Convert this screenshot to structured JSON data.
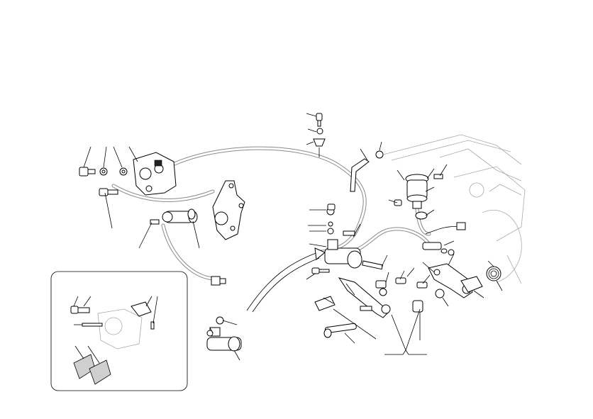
{
  "diagram": {
    "type": "exploded-parts-view",
    "colors": {
      "line": "#000000",
      "hose": "#8a8a8a",
      "ghost": "#aaaaaa",
      "background": "#ffffff"
    },
    "inset_panel": {
      "present": true,
      "shape": "rounded-rectangle"
    },
    "callout_labels": [
      {
        "id": "1",
        "text": ""
      },
      {
        "id": "2",
        "text": ""
      }
    ]
  }
}
